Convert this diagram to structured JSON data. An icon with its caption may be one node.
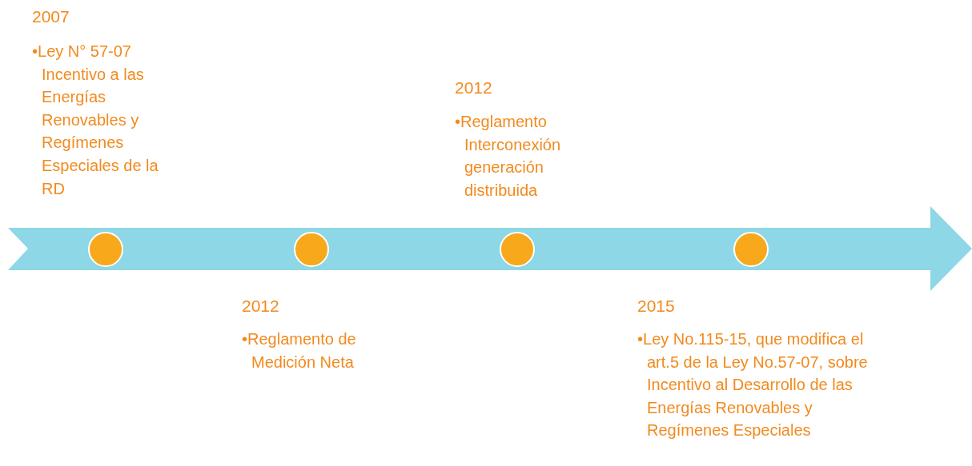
{
  "diagram": {
    "nodes": [
      {
        "text": [],
        "shape": "circle",
        "beside": [
          "2007",
          "•Ley N° 57-07 Incentivo a las Energías Renovables y Regímenes Especiales de la RD"
        ]
      },
      {
        "text": [],
        "shape": "circle",
        "beside": [
          "2012",
          "•Reglamento de Medición Neta"
        ]
      },
      {
        "text": [],
        "shape": "circle",
        "beside": [
          "2012",
          "•Reglamento Interconexión generación distribuida"
        ]
      },
      {
        "text": [],
        "shape": "circle",
        "beside": [
          "2015",
          "•Ley No.115-15, que modifica el art.5 de la Ley No.57-07, sobre Incentivo al Desarrollo de las Energías Renovables y Regímenes Especiales"
        ]
      }
    ],
    "edges": []
  }
}
